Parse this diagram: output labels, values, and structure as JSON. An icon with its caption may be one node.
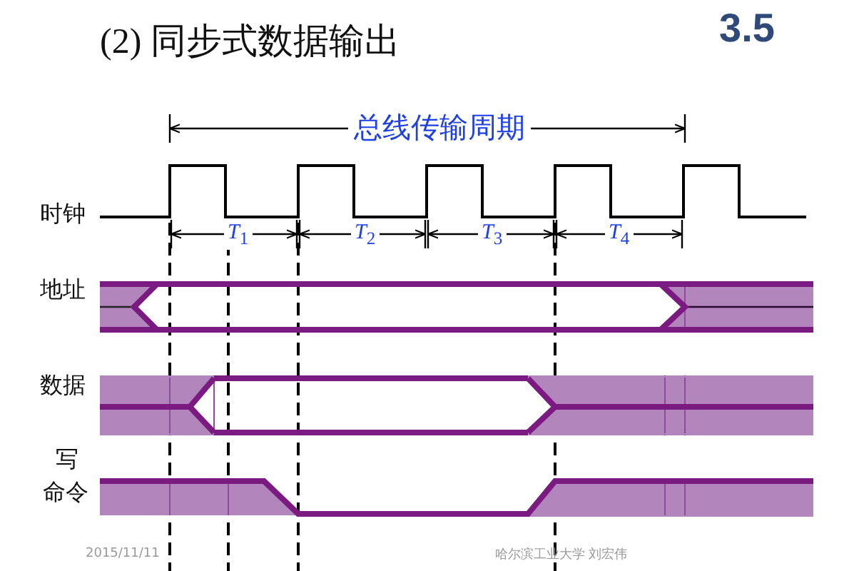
{
  "diagram": {
    "title": "(2) 同步式数据输出",
    "labels": [
      "3.5",
      "总线传输周期",
      "时钟",
      "*T*$_{1}$",
      "*T*$_{2}$",
      "*T*$_{3}$",
      "*T*$_{4}$",
      "地址",
      "数据",
      "写命令",
      "2015/11/11",
      "哈尔滨工业大学 刘宏伟"
    ]
  }
}
